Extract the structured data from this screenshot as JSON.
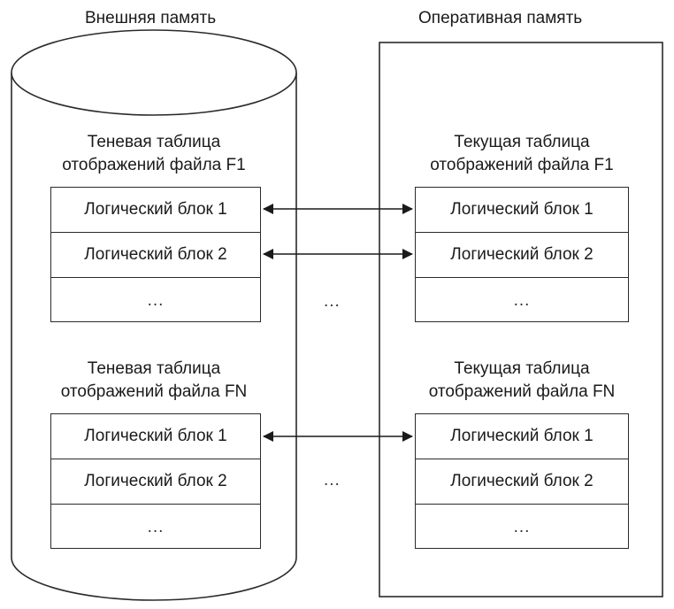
{
  "external_memory": {
    "title": "Внешняя память"
  },
  "ram": {
    "title": "Оперативная память"
  },
  "shadow_f1": {
    "title_line1": "Теневая таблица",
    "title_line2": "отображений файла F1",
    "rows": [
      "Логический блок 1",
      "Логический блок 2",
      "..."
    ]
  },
  "shadow_fn": {
    "title_line1": "Теневая таблица",
    "title_line2": "отображений файла FN",
    "rows": [
      "Логический блок 1",
      "Логический блок 2",
      "..."
    ]
  },
  "current_f1": {
    "title_line1": "Текущая таблица",
    "title_line2": "отображений файла F1",
    "rows": [
      "Логический блок 1",
      "Логический блок 2",
      "..."
    ]
  },
  "current_fn": {
    "title_line1": "Текущая таблица",
    "title_line2": "отображений файла FN",
    "rows": [
      "Логический блок 1",
      "Логический блок 2",
      "..."
    ]
  },
  "middle_dots": [
    "...",
    "..."
  ]
}
